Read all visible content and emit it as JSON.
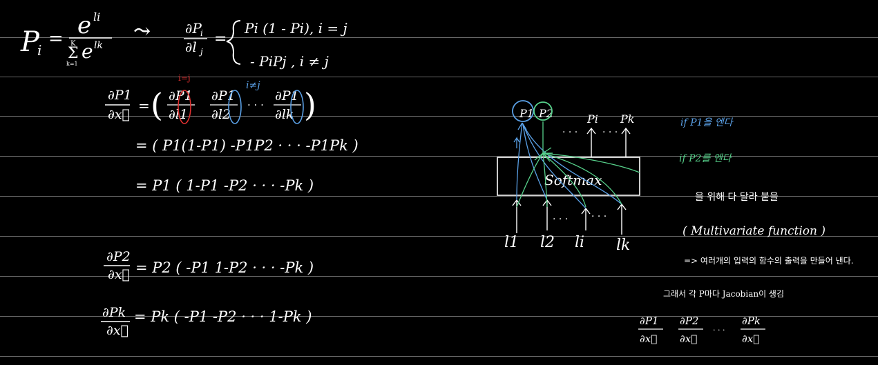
{
  "colors": {
    "background": "#000000",
    "rule": "#6b6b6b",
    "chalk": "#ffffff",
    "blue": "#5aa0e6",
    "green": "#56d08a",
    "red": "#e03030"
  },
  "top": {
    "p_i": "P",
    "p_i_sub": "i",
    "equals": "=",
    "num": "e",
    "num_sup": "li",
    "den": "e",
    "den_sup": "lk",
    "sum_top": "K",
    "sum_sym": "Σ",
    "sum_bottom": "k=1",
    "arrow": "⤳",
    "frac_num": "∂P",
    "frac_num_sub": "i",
    "frac_den": "∂l",
    "frac_den_sub": "j",
    "eq2": "=",
    "case1": "Pi (1 - Pi),  i = j",
    "case2": "- PiPj ,   i ≠ j"
  },
  "block1": {
    "lhs_num": "∂P1",
    "lhs_den": "∂x⃗",
    "eq": "=",
    "row1_terms": [
      "∂P1/∂l1",
      "∂P1/∂l2",
      "· · ·",
      "∂P1/∂lk"
    ],
    "note_red": "i=j",
    "note_blue": "i≠j",
    "row2": "= ( P1(1-P1)   -P1P2  · · ·  -P1Pk )",
    "row3": "= P1 ( 1-P1   -P2   · · ·  -Pk )"
  },
  "block2": {
    "lhs_num": "∂P2",
    "lhs_den": "∂x⃗",
    "rhs": "= P2 ( -P1  1-P2  · · ·  -Pk )"
  },
  "block3": {
    "lhs_num": "∂Pk",
    "lhs_den": "∂x⃗",
    "rhs": "= Pk ( -P1  -P2  · · ·  1-Pk )"
  },
  "diagram": {
    "box_label": "Softmax",
    "outputs": [
      "P1",
      "P2",
      "· · ·",
      "Pi",
      "· · ·",
      "Pk"
    ],
    "inputs": [
      "l1",
      "l2",
      "li",
      "lk"
    ],
    "dots_in": "· · ·"
  },
  "notes": {
    "blue_note": "if P1을 엔다",
    "green_note": "if P2를 엔다",
    "korean1": "을 위해 다 달라 붙을",
    "multivariate": "( Multivariate function )",
    "korean2": "=> 여러개의 입력의 함수의 출력을 만들어 낸다.",
    "jacobian": "그래서 각 P마다 Jacobian이 생김",
    "final_terms": [
      "∂P1/∂x⃗",
      "∂P2/∂x⃗",
      "· · ·",
      "∂Pk/∂x⃗"
    ]
  }
}
